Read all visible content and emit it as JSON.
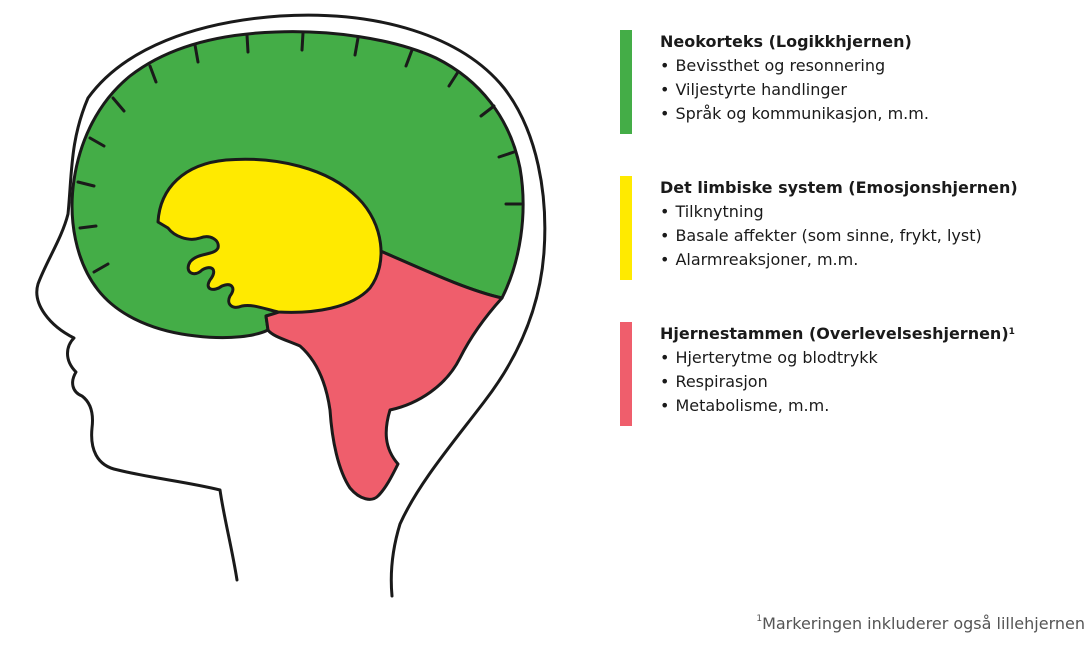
{
  "colors": {
    "neokorteks": "#44AD47",
    "limbisk": "#FFEA00",
    "hjernestamme": "#EF5E6C",
    "outline": "#1a1a1a"
  },
  "legend": [
    {
      "title": "Neokorteks (Logikkhjernen)",
      "items": [
        "Bevissthet og resonnering",
        "Viljestyrte handlinger",
        "Språk og kommunikasjon, m.m."
      ]
    },
    {
      "title": "Det limbiske system (Emosjonshjernen)",
      "items": [
        "Tilknytning",
        "Basale affekter (som sinne, frykt, lyst)",
        "Alarmreaksjoner, m.m."
      ]
    },
    {
      "title": "Hjernestammen (Overlevelseshjernen)",
      "title_mark": "1",
      "items": [
        "Hjerterytme og blodtrykk",
        "Respirasjon",
        "Metabolisme, m.m."
      ]
    }
  ],
  "footnote": {
    "mark": "1",
    "text": "Markeringen inkluderer også lillehjernen"
  }
}
